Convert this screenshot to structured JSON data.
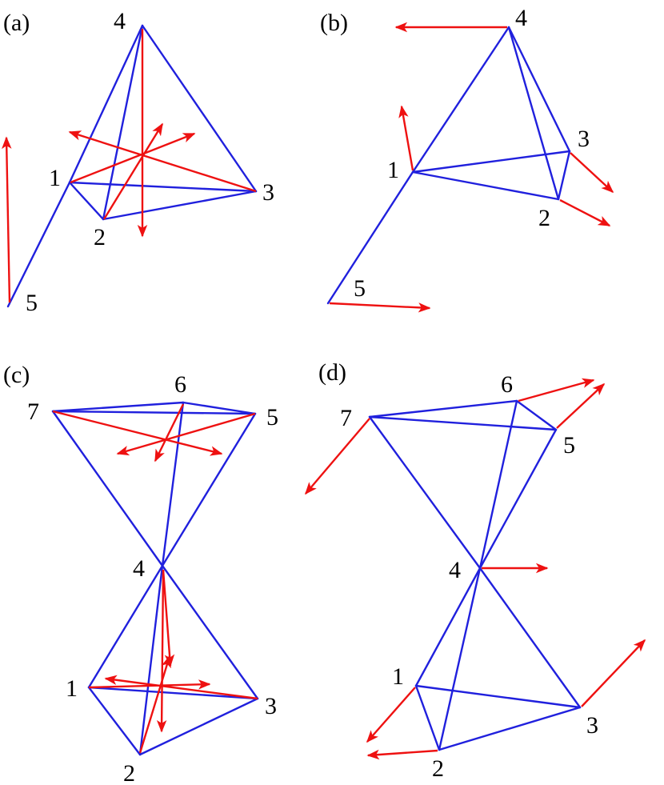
{
  "colors": {
    "edge": "#2020dd",
    "arrow": "#ee1111"
  },
  "panels": {
    "a": {
      "label": "(a)",
      "nodes": {
        "n1": "1",
        "n2": "2",
        "n3": "3",
        "n4": "4",
        "n5": "5"
      }
    },
    "b": {
      "label": "(b)",
      "nodes": {
        "n1": "1",
        "n2": "2",
        "n3": "3",
        "n4": "4",
        "n5": "5"
      }
    },
    "c": {
      "label": "(c)",
      "nodes": {
        "n1": "1",
        "n2": "2",
        "n3": "3",
        "n4": "4",
        "n5": "5",
        "n6": "6",
        "n7": "7"
      }
    },
    "d": {
      "label": "(d)",
      "nodes": {
        "n1": "1",
        "n2": "2",
        "n3": "3",
        "n4": "4",
        "n5": "5",
        "n6": "6",
        "n7": "7"
      }
    }
  }
}
